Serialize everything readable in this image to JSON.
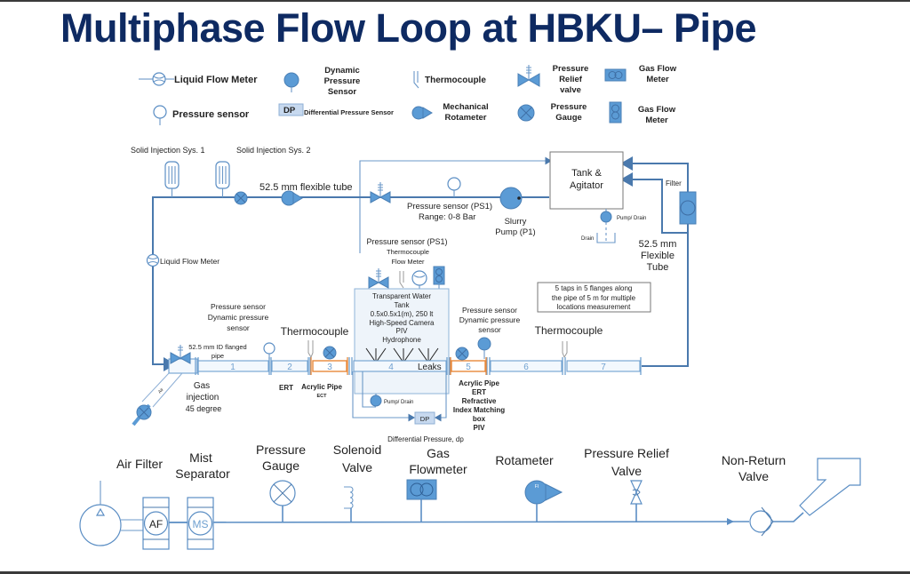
{
  "title": "Multiphase Flow Loop at HBKU– Pipe",
  "legend": {
    "liquid_flow_meter": "Liquid Flow Meter",
    "pressure_sensor": "Pressure sensor",
    "dynamic_pressure_sensor": [
      "Dynamic",
      "Pressure",
      "Sensor"
    ],
    "dp_badge": "DP",
    "differential_pressure_sensor": "Differential Pressure Sensor",
    "thermocouple": "Thermocouple",
    "mechanical_rotameter": [
      "Mechanical",
      "Rotameter"
    ],
    "pressure_relief_valve": [
      "Pressure",
      "Relief",
      "valve"
    ],
    "pressure_gauge": [
      "Pressure",
      "Gauge"
    ],
    "gas_flow_meter_h": [
      "Gas Flow",
      "Meter"
    ],
    "gas_flow_meter_v": [
      "Gas Flow",
      "Meter"
    ]
  },
  "loop": {
    "solid_injection_1": "Solid Injection Sys. 1",
    "solid_injection_2": "Solid Injection Sys. 2",
    "flexible_tube_top": "52.5 mm flexible tube",
    "ps1_top": "Pressure sensor (PS1)",
    "ps1_range": "Range: 0-8 Bar",
    "slurry_pump": [
      "Slurry",
      "Pump (P1)"
    ],
    "tank": [
      "Tank &",
      "Agitator"
    ],
    "pump_drain_tank": "Pump/ Drain",
    "drain": "Drain",
    "filter": "Filter",
    "flexible_tube_right": [
      "52.5 mm",
      "Flexible",
      "Tube"
    ],
    "liquid_flow_meter": "Liquid Flow Meter",
    "ps_group": [
      "Pressure sensor (PS1)",
      "Thermocouple",
      "Flow Meter"
    ],
    "water_tank": [
      "Transparent Water",
      "Tank",
      "0.5x0.5x1(m), 250 lt",
      "High-Speed Camera",
      "PIV",
      "Hydrophone"
    ],
    "taps_note": [
      "5 taps in 5 flanges along",
      "the pipe of 5 m for multiple",
      "locations measurement"
    ],
    "ps_left": [
      "Pressure sensor",
      "Dynamic pressure",
      "sensor"
    ],
    "ps_right": [
      "Pressure sensor",
      "Dynamic pressure",
      "sensor"
    ],
    "thermocouple_left": "Thermocouple",
    "thermocouple_right": "Thermocouple",
    "flanged_pipe": [
      "52.5 mm ID flanged",
      "pipe"
    ],
    "gas_injection": [
      "Gas",
      "injection",
      "45 degree"
    ],
    "air_label": "Air",
    "segments": [
      "1",
      "2",
      "3",
      "4",
      "5",
      "6",
      "7"
    ],
    "leaks": "Leaks",
    "ert": "ERT",
    "acrylic_ect": [
      "Acrylic Pipe",
      "ECT"
    ],
    "acrylic_group": [
      "Acrylic Pipe",
      "ERT",
      "Refractive",
      "Index Matching",
      "box",
      "PIV"
    ],
    "pump_drain_tank2": "Pump/ Drain",
    "dp_box": "DP",
    "differential_pressure": "Differential Pressure, dp"
  },
  "gas_line": {
    "air_filter": "Air Filter",
    "af": "AF",
    "mist_separator": [
      "Mist",
      "Separator"
    ],
    "ms": "MS",
    "pressure_gauge": [
      "Pressure",
      "Gauge"
    ],
    "solenoid_valve": [
      "Solenoid",
      "Valve"
    ],
    "gas_flowmeter": [
      "Gas",
      "Flowmeter"
    ],
    "rotameter": "Rotameter",
    "rotameter_tag": "FI",
    "pressure_relief_valve": [
      "Pressure Relief",
      "Valve"
    ],
    "non_return_valve": [
      "Non-Return",
      "Valve"
    ]
  },
  "colors": {
    "title": "#0e2a62",
    "pipe": "#5b8ec4",
    "symbol_fill": "#5b9bd5",
    "acrylic": "#e8883a"
  }
}
